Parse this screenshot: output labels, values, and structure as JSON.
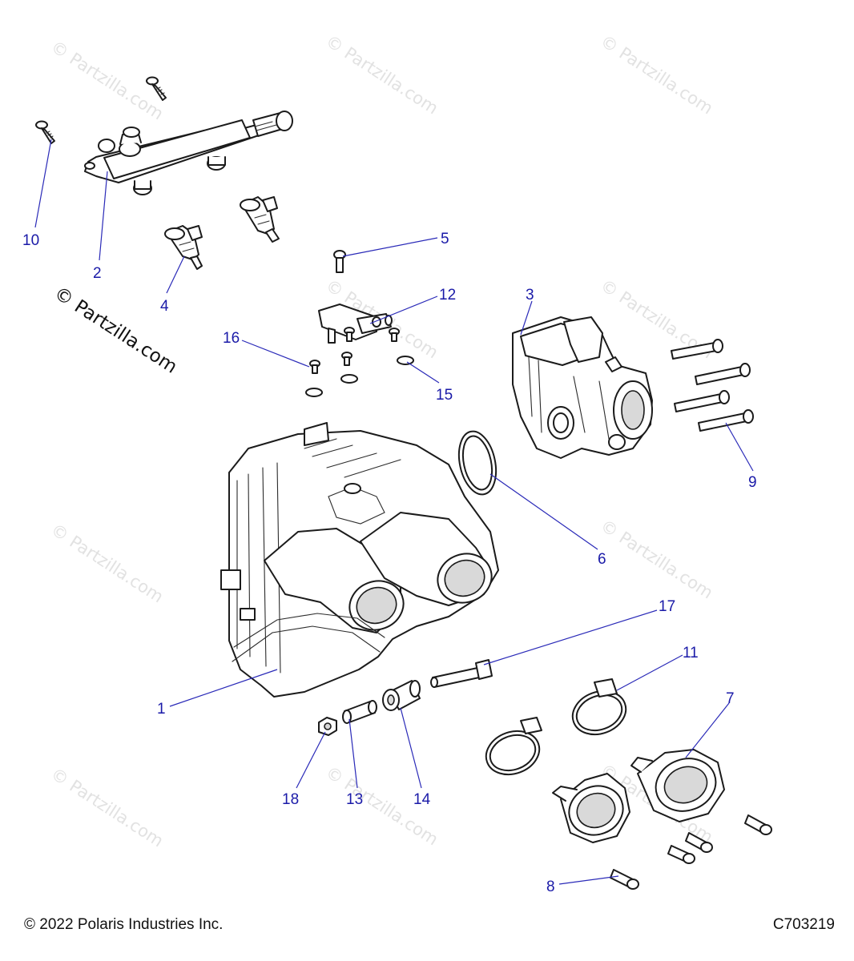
{
  "watermark": {
    "text": "© Partzilla.com"
  },
  "callouts": {
    "c1": "1",
    "c2": "2",
    "c3": "3",
    "c4": "4",
    "c5": "5",
    "c6": "6",
    "c7": "7",
    "c8": "8",
    "c9": "9",
    "c10": "10",
    "c11": "11",
    "c12": "12",
    "c13": "13",
    "c14": "14",
    "c15": "15",
    "c16": "16",
    "c17": "17",
    "c18": "18"
  },
  "footer": {
    "copyright": "© 2022 Polaris Industries Inc.",
    "code": "C703219"
  },
  "colors": {
    "callout": "#1a1aa8",
    "line_art": "#1b1b1b",
    "watermark": "#e2e2e2"
  }
}
